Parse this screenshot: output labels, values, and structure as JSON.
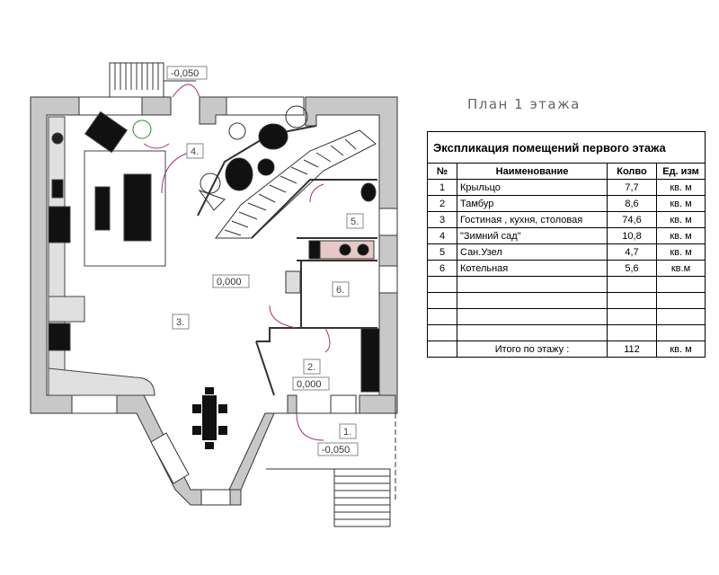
{
  "plan": {
    "title": "План 1 этажа",
    "level_marks": [
      "-0,050",
      "0,000",
      "0,000",
      "-0,050"
    ],
    "room_labels": [
      "1.",
      "2.",
      "3.",
      "4.",
      "5.",
      "6."
    ]
  },
  "explication": {
    "caption": "Экспликация помещений первого этажа",
    "headers": [
      "№",
      "Наименование",
      "Колво",
      "Ед. изм"
    ],
    "rows": [
      [
        "1",
        "Крыльцо",
        "7,7",
        "кв. м"
      ],
      [
        "2",
        "Тамбур",
        "8,6",
        "кв. м"
      ],
      [
        "3",
        "Гостиная , кухня, столовая",
        "74,6",
        "кв. м"
      ],
      [
        "4",
        "\"Зимний сад\"",
        "10,8",
        "кв. м"
      ],
      [
        "5",
        "Сан.Узел",
        "4,7",
        "кв. м"
      ],
      [
        "6",
        "Котельная",
        "5,6",
        "кв.м"
      ],
      [
        "",
        "",
        "",
        ""
      ],
      [
        "",
        "",
        "",
        ""
      ],
      [
        "",
        "",
        "",
        ""
      ],
      [
        "",
        "",
        "",
        ""
      ]
    ],
    "total_label": "Итого по этажу :",
    "total_value": "112",
    "total_unit": "кв. м"
  }
}
